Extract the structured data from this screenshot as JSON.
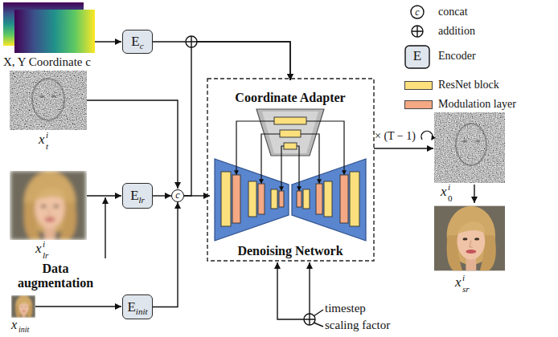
{
  "diagram": {
    "nodes": [
      {
        "text": [
          "E",
          "c"
        ]
      },
      {
        "text": [
          "E",
          "lr"
        ]
      },
      {
        "text": [
          "E",
          "init"
        ]
      },
      {
        "text": [
          "c"
        ]
      },
      {
        "text": [
          "Coordinate Adapter"
        ]
      },
      {
        "text": [
          "Denoising Network"
        ]
      }
    ],
    "edges": [
      {
        "from": 0,
        "to": 4,
        "arrow": "to"
      },
      {
        "from": 1,
        "to": 3,
        "arrow": "to"
      },
      {
        "from": 2,
        "to": 3,
        "arrow": "to"
      },
      {
        "from": 3,
        "to": 5,
        "arrow": "to"
      },
      {
        "from": 3,
        "to": 4,
        "arrow": "to"
      }
    ],
    "labels": [
      "X, Y Coordinate c",
      "x",
      "i",
      "t",
      "x",
      "i",
      "lr",
      "Data augmentation",
      "x",
      "init",
      "× (T − 1)",
      "x",
      "i",
      "0",
      "x",
      "i",
      "sr",
      "timestep",
      "scaling factor",
      "c",
      "E"
    ],
    "legend": [
      {
        "text": "concat"
      },
      {
        "text": "addition"
      },
      {
        "text": "Encoder"
      },
      {
        "text": "ResNet block",
        "color": "#fbe07d"
      },
      {
        "text": "Modulation layer",
        "color": "#f4a884"
      }
    ]
  }
}
